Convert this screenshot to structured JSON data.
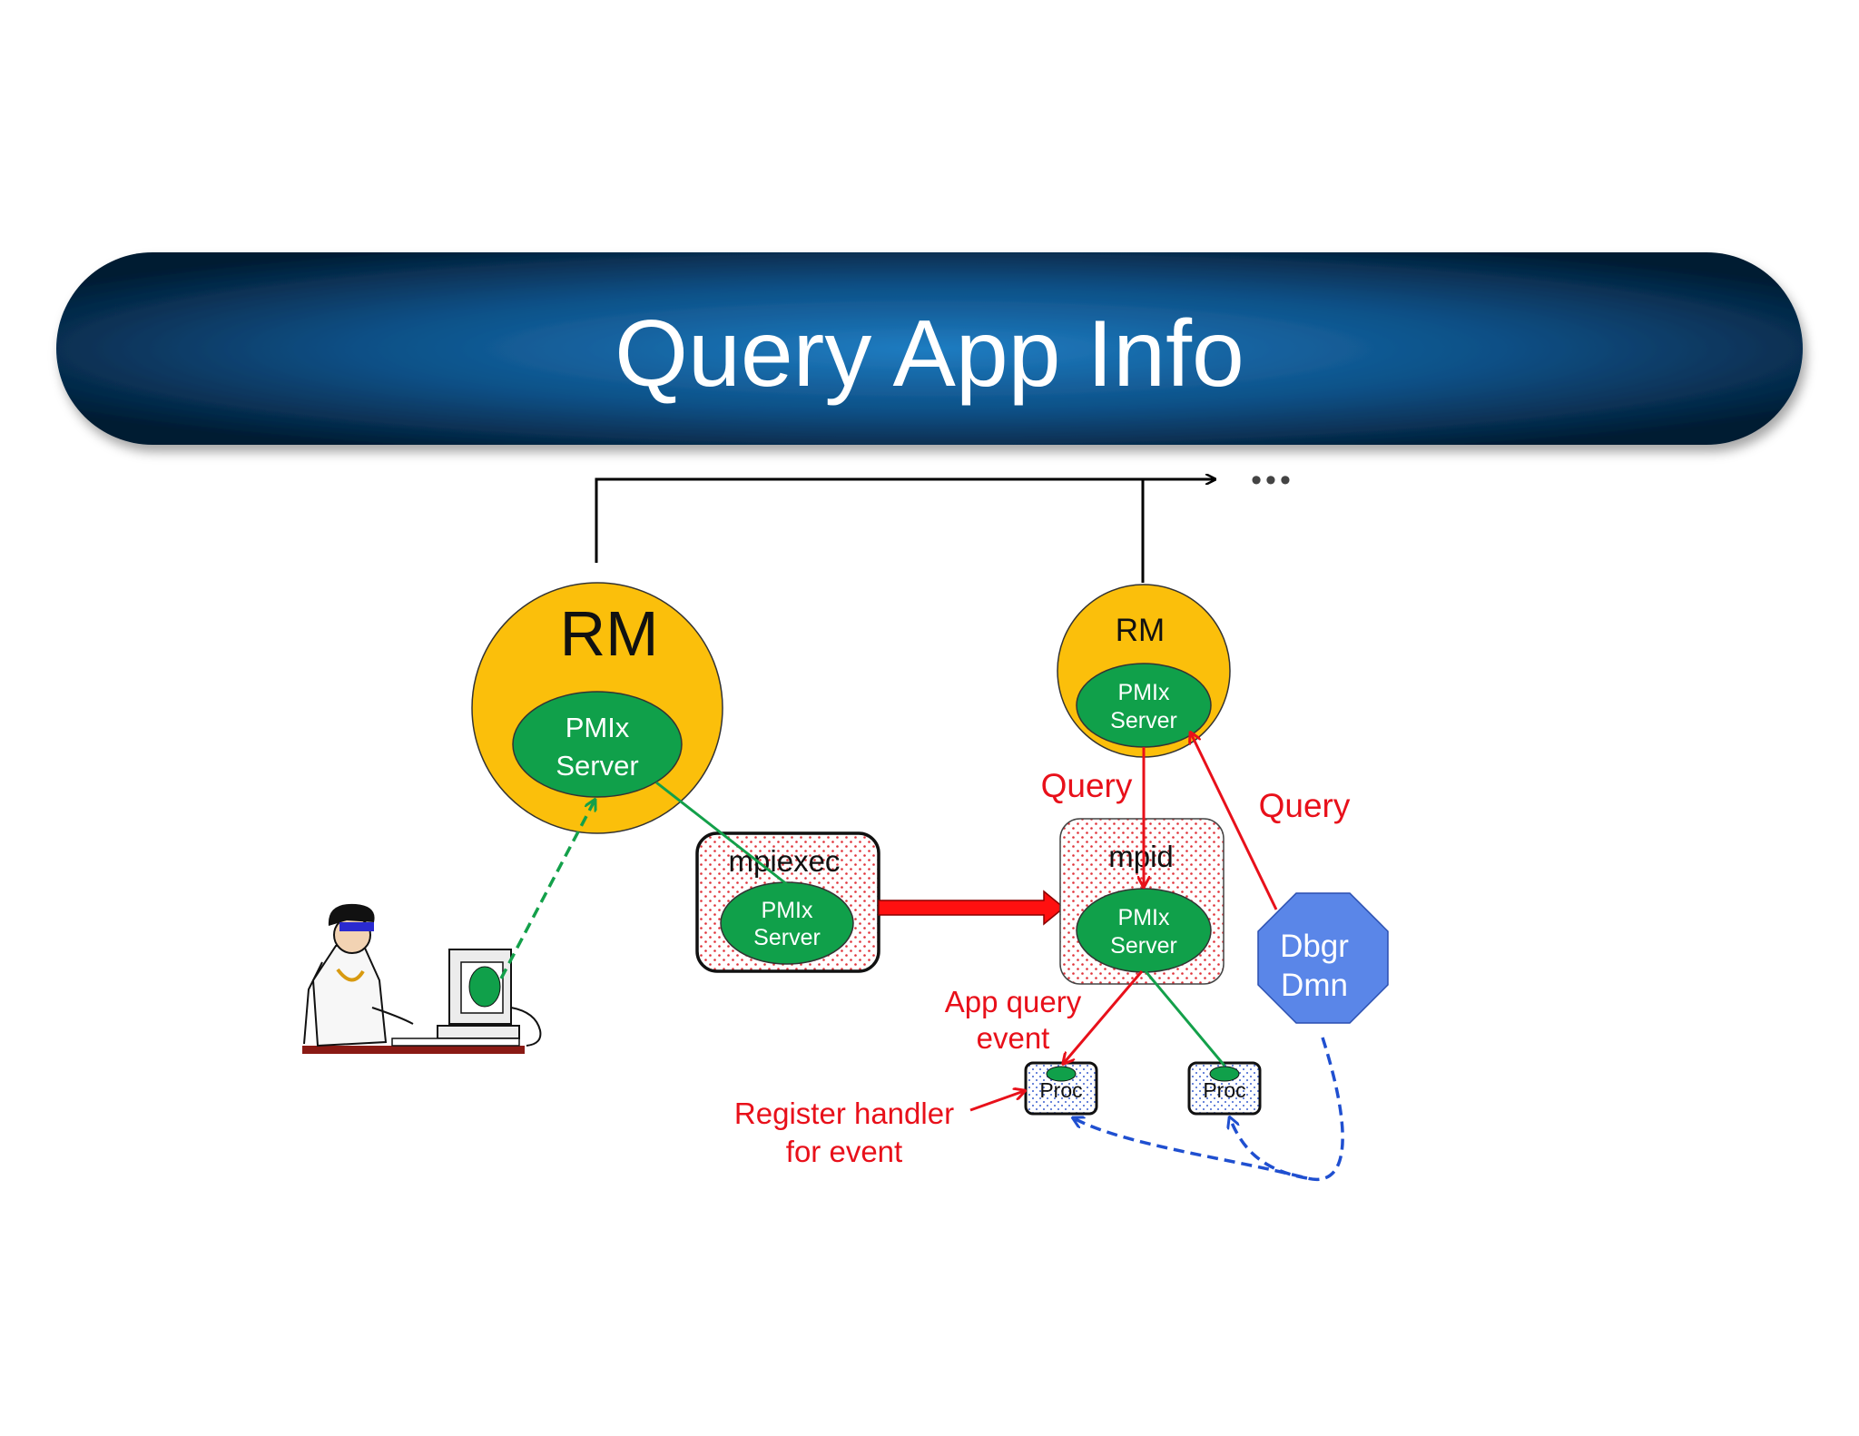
{
  "title": "Query App Info",
  "ellipsis": "•••",
  "left_rm": {
    "label": "RM",
    "server_line1": "PMIx",
    "server_line2": "Server"
  },
  "mpiexec": {
    "label": "mpiexec",
    "server_line1": "PMIx",
    "server_line2": "Server"
  },
  "right_rm": {
    "label": "RM",
    "server_line1": "PMIx",
    "server_line2": "Server"
  },
  "mpid": {
    "label": "mpid",
    "server_line1": "PMIx",
    "server_line2": "Server"
  },
  "dbgr": {
    "line1": "Dbgr",
    "line2": "Dmn"
  },
  "procs": [
    {
      "label": "Proc"
    },
    {
      "label": "Proc"
    }
  ],
  "annotations": {
    "query_left": "Query",
    "query_right": "Query",
    "app_query_line1": "App query",
    "app_query_line2": "event",
    "register_line1": "Register handler",
    "register_line2": "for event"
  },
  "colors": {
    "banner_center": "#1a6fb0",
    "banner_edge": "#04243f",
    "rm_gold": "#fbbf0b",
    "pmix_green": "#10a04a",
    "query_red": "#e8101a",
    "debugger_blue": "#5a86e8",
    "link_green": "#13a04a",
    "dashed_blue": "#1f4fd0"
  }
}
